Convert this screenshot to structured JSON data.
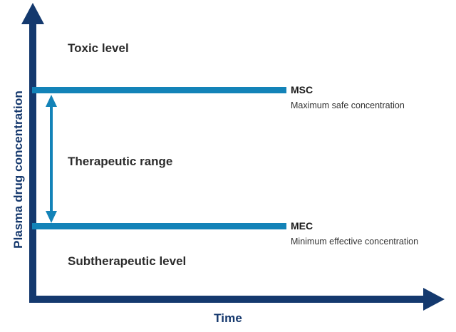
{
  "chart_data": {
    "type": "line",
    "title": "",
    "subtitle": "",
    "xlabel": "Time",
    "ylabel": "Plasma drug concentration",
    "grid": false,
    "legend_position": "right-inline",
    "axis_style": "arrow",
    "xlim": [
      0,
      1
    ],
    "ylim": [
      0,
      1
    ],
    "xticks": [],
    "yticks": [],
    "series": [
      {
        "name": "MSC",
        "description": "Maximum safe concentration",
        "type": "horizontal-threshold-line",
        "value": 0.695,
        "color": "#1383b8"
      },
      {
        "name": "MEC",
        "description": "Minimum effective concentration",
        "type": "horizontal-threshold-line",
        "value": 0.26,
        "color": "#1383b8"
      }
    ],
    "zones": [
      {
        "label": "Toxic level",
        "range": [
          0.695,
          1.0
        ]
      },
      {
        "label": "Therapeutic range",
        "range": [
          0.26,
          0.695
        ]
      },
      {
        "label": "Subtherapeutic level",
        "range": [
          0.0,
          0.26
        ]
      }
    ],
    "annotations": [
      {
        "name": "therapeutic-range-span-arrow",
        "type": "double-headed-arrow",
        "from": 0.26,
        "to": 0.695,
        "color": "#1383b8"
      }
    ]
  },
  "axes": {
    "y_title": "Plasma drug concentration",
    "x_title": "Time"
  },
  "zones": {
    "toxic": "Toxic level",
    "therapeutic": "Therapeutic range",
    "subtherapeutic": "Subtherapeutic level"
  },
  "lines": {
    "msc": {
      "abbr": "MSC",
      "full": "Maximum safe concentration"
    },
    "mec": {
      "abbr": "MEC",
      "full": "Minimum effective concentration"
    }
  },
  "colors": {
    "axis_navy": "#14396e",
    "threshold_cyan": "#1383b8",
    "label_dark": "#2b2b2b",
    "background": "#ffffff"
  }
}
